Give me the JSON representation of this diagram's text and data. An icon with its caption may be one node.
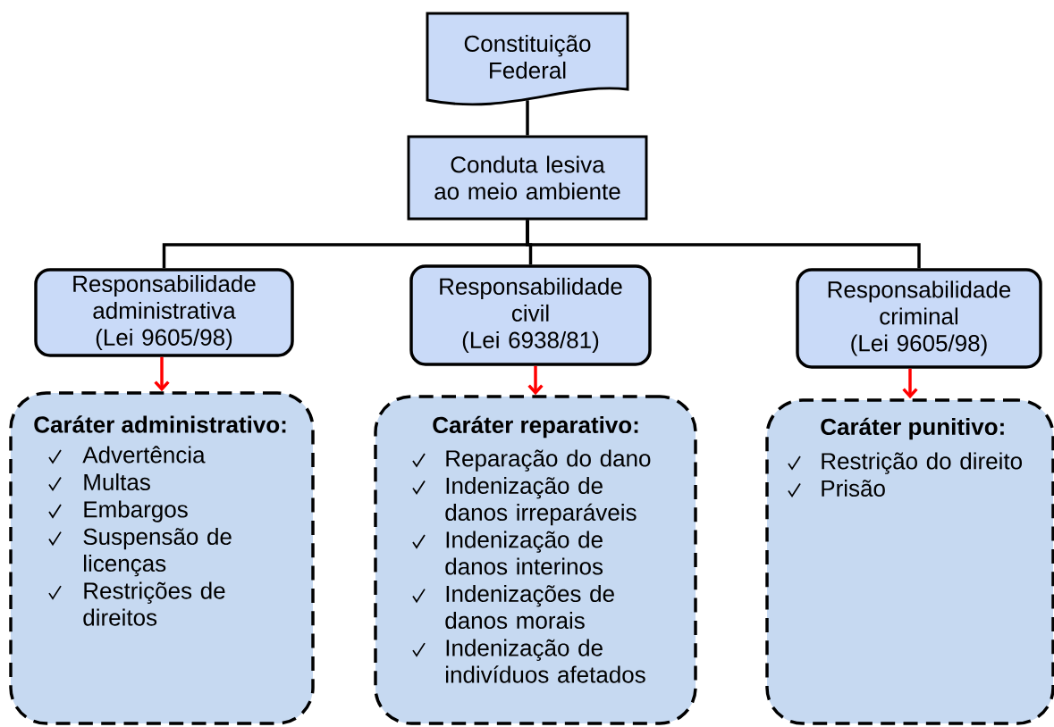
{
  "diagram": {
    "nodes": [
      {
        "text": [
          "Constituição Federal"
        ]
      },
      {
        "text": [
          "Conduta lesiva ao meio ambiente"
        ]
      },
      {
        "text": [
          "Responsabilidade administrativa",
          "(Lei 9605/98)"
        ]
      },
      {
        "text": [
          "Responsabilidade civil",
          "(Lei 6938/81)"
        ]
      },
      {
        "text": [
          "Responsabilidade criminal",
          "(Lei 9605/98)"
        ]
      },
      {
        "text": [
          "Caráter administrativo:",
          "Advertência",
          "Multas",
          "Embargos",
          "Suspensão de licenças",
          "Restrições de direitos"
        ]
      },
      {
        "text": [
          "Caráter reparativo:",
          "Reparação do dano",
          "Indenização de danos irreparáveis",
          "Indenização de danos interinos",
          "Indenizações de danos morais",
          "Indenização de indivíduos afetados"
        ]
      },
      {
        "text": [
          "Caráter punitivo:",
          "Restrição do direito",
          "Prisão"
        ]
      }
    ],
    "edges": [
      {
        "from": 0,
        "to": 1,
        "arrow": "none"
      },
      {
        "from": 1,
        "to": 2,
        "arrow": "none"
      },
      {
        "from": 1,
        "to": 3,
        "arrow": "none"
      },
      {
        "from": 1,
        "to": 4,
        "arrow": "none"
      },
      {
        "from": 2,
        "to": 5,
        "arrow": "to",
        "color": "#ff0000"
      },
      {
        "from": 3,
        "to": 6,
        "arrow": "to",
        "color": "#ff0000"
      },
      {
        "from": 4,
        "to": 7,
        "arrow": "to",
        "color": "#ff0000"
      }
    ]
  }
}
